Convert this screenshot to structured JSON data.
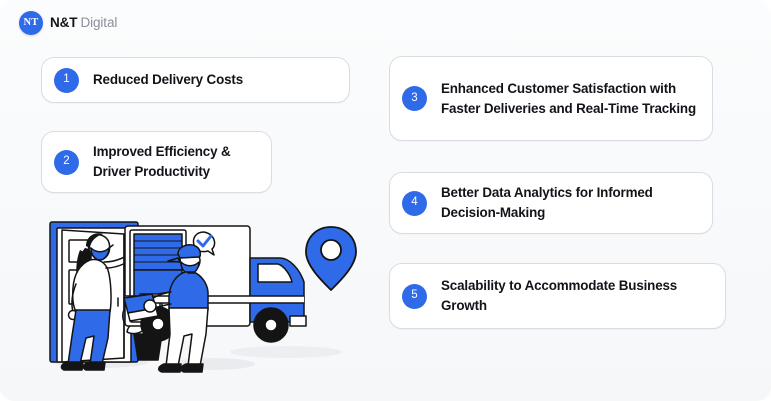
{
  "brand": {
    "monogram": "NT",
    "name": "N&T",
    "subtitle": "Digital"
  },
  "colors": {
    "accent_blue": "#2F6AE8",
    "text_dark": "#12141A",
    "card_border": "#D9DDE3",
    "page_background": "#F7F8FA",
    "brand_subtitle": "#8A8F99"
  },
  "cards": [
    {
      "number": "1",
      "text": "Reduced Delivery Costs"
    },
    {
      "number": "2",
      "text": "Improved Efficiency & Driver Productivity"
    },
    {
      "number": "3",
      "text": "Enhanced Customer Satisfaction with Faster Deliveries and Real-Time Tracking"
    },
    {
      "number": "4",
      "text": "Better Data Analytics for Informed Decision-Making"
    },
    {
      "number": "5",
      "text": "Scalability to Accommodate Business Growth"
    }
  ],
  "illustration": {
    "name": "delivery-scene",
    "elements": [
      "door-frame",
      "customer-woman",
      "potted-plant",
      "delivery-truck",
      "truck-checkmark-badge",
      "cardboard-boxes",
      "delivery-courier",
      "location-pin"
    ]
  }
}
